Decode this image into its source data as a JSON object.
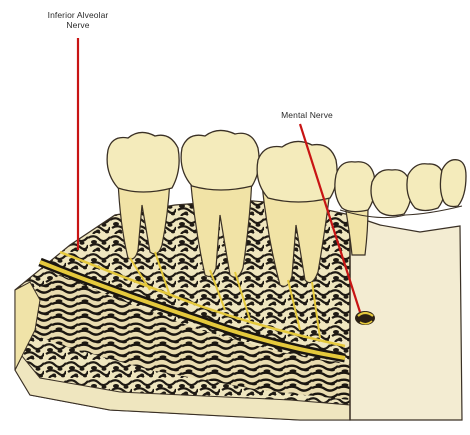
{
  "labels": {
    "inferior_alveolar_line1": "Inferior Alveolar",
    "inferior_alveolar_line2": "Nerve",
    "mental_nerve": "Mental Nerve"
  },
  "colors": {
    "bone_cortical": "#efe6bf",
    "bone_spongy_dark": "#1f1a14",
    "tooth_enamel": "#f3e8b6",
    "nerve": "#e5c93c",
    "pointer": "#c81414",
    "outline": "#3a3025"
  }
}
